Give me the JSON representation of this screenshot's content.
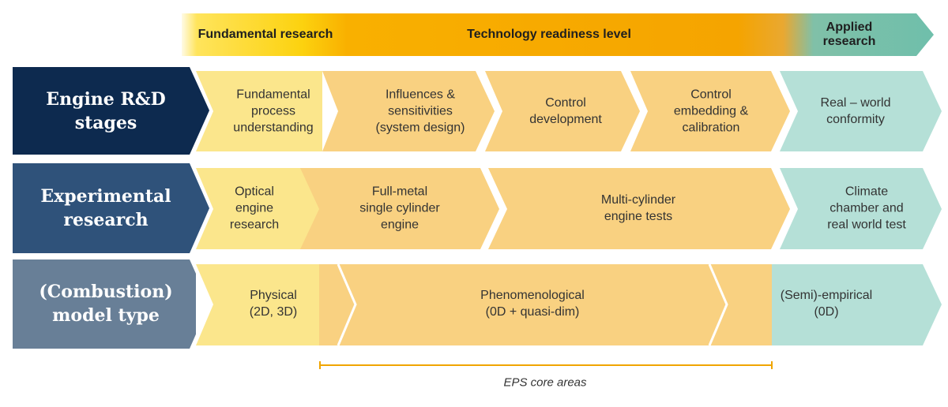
{
  "header": {
    "fundamental": "Fundamental research",
    "trl": "Technology readiness level",
    "applied": "Applied research"
  },
  "rows": [
    {
      "label": "Engine R&D\nstages",
      "cells": [
        "Fundamental\nprocess\nunderstanding",
        "Influences &\nsensitivities\n(system design)",
        "Control\ndevelopment",
        "Control\nembedding &\ncalibration",
        "Real – world\nconformity"
      ]
    },
    {
      "label": "Experimental\nresearch",
      "cells": [
        "Optical\nengine\nresearch",
        "Full-metal\nsingle cylinder\nengine",
        "Multi-cylinder\nengine tests",
        "Climate\nchamber and\nreal world test"
      ]
    },
    {
      "label": "(Combustion)\nmodel type",
      "cells": [
        "Physical\n(2D, 3D)",
        "Phenomenological\n(0D + quasi-dim)",
        "(Semi)-empirical\n(0D)"
      ]
    }
  ],
  "eps_label": "EPS core areas",
  "colors": {
    "navy": "#0d2a4f",
    "steel": "#2f527a",
    "slate": "#687f97",
    "yellow": "#fbe68c",
    "orange": "#f9d181",
    "teal": "#b5e0d7",
    "bracket": "#f0a500"
  }
}
